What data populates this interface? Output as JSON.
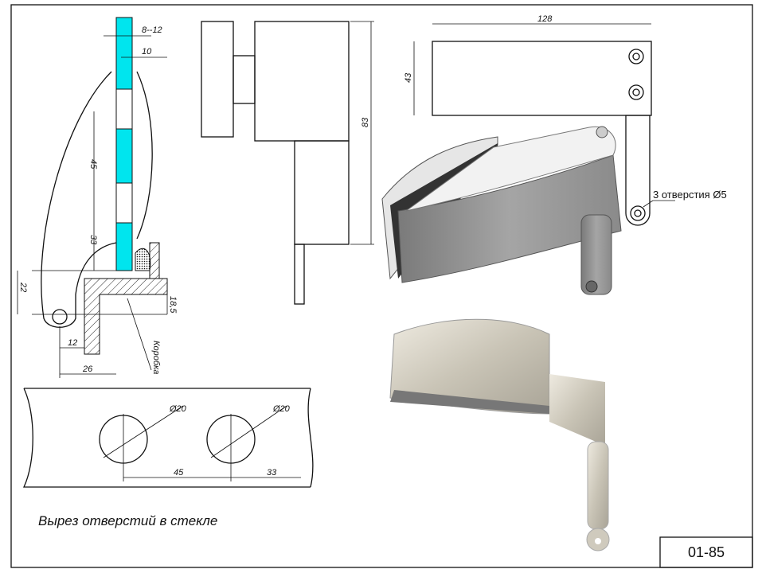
{
  "colors": {
    "glass": "#00e5ee",
    "metal_dark": "#8a8a8a",
    "metal_light": "#d8d4c8"
  },
  "section_view": {
    "dims": {
      "glass_thickness": "8--12",
      "offset": "10",
      "hole_spacing": "45",
      "hole_edge": "33",
      "height": "22",
      "frame_height": "18,5",
      "pin_offset": "12",
      "pin_to_glass": "26"
    },
    "frame_label": "Коробка"
  },
  "side_view": {
    "height_dim": "83"
  },
  "top_view": {
    "width_dim": "128",
    "height_dim": "43",
    "holes_label": "3 отверстия Ø5"
  },
  "glass_cutout": {
    "hole1_dia": "Ø20",
    "hole2_dia": "Ø20",
    "spacing": "45",
    "edge": "33",
    "caption": "Вырез отверстий в стекле"
  },
  "title_block": {
    "code": "01-85"
  }
}
